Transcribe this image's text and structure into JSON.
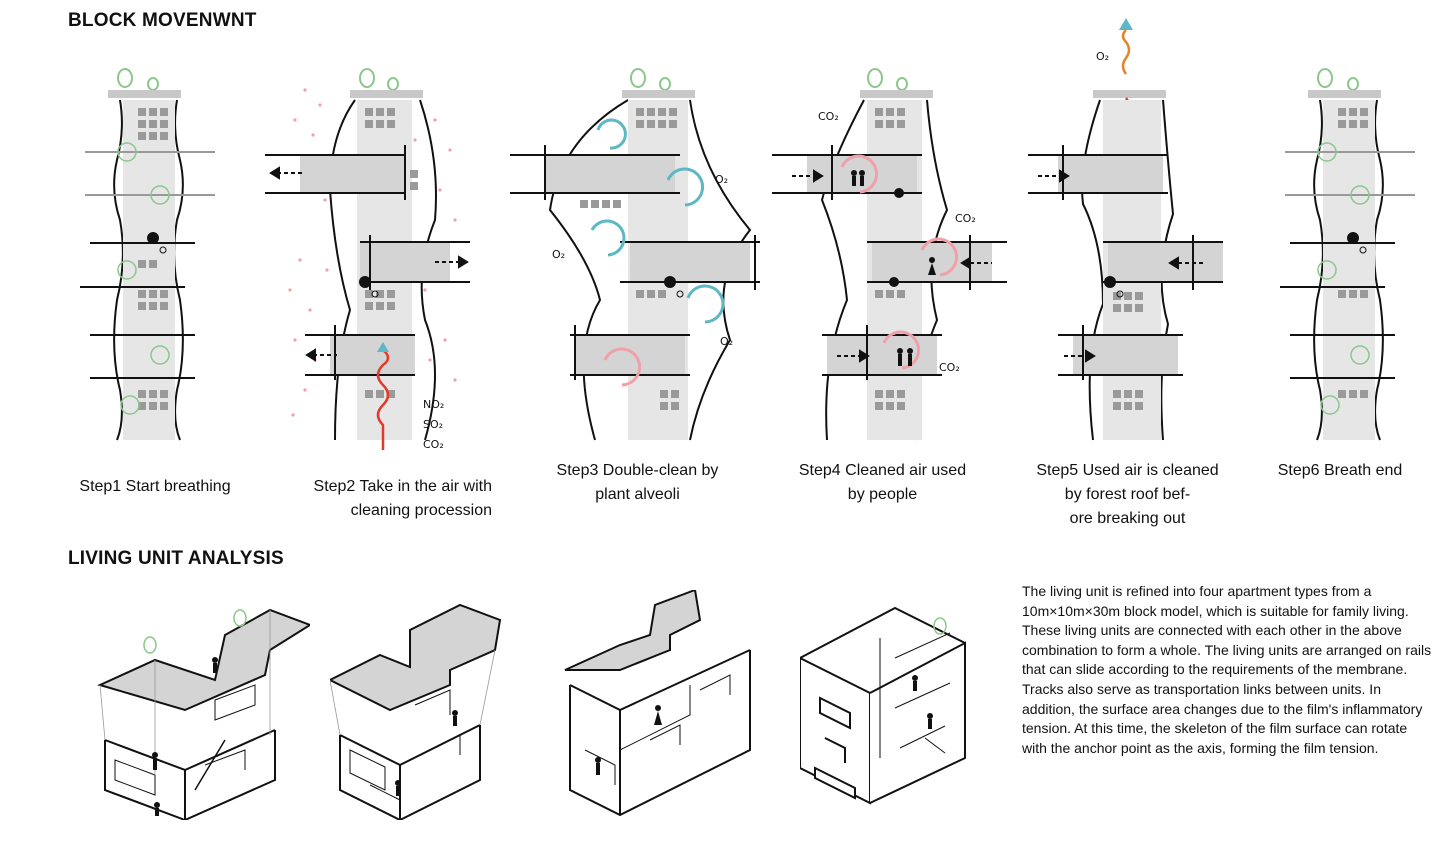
{
  "titles": {
    "block_movement": "BLOCK MOVENWNT",
    "living_unit": "LIVING UNIT ANALYSIS"
  },
  "steps": [
    {
      "caption": "Step1 Start breathing"
    },
    {
      "caption": "Step2 Take in the air with\ncleaning procession",
      "gases": [
        "NO₂",
        "SO₂",
        "CO₂"
      ]
    },
    {
      "caption": "Step3 Double-clean by\nplant alveoli",
      "gases": [
        "O₂",
        "O₂",
        "O₂"
      ]
    },
    {
      "caption": "Step4 Cleaned air used\nby people",
      "gases": [
        "CO₂",
        "CO₂",
        "CO₂"
      ]
    },
    {
      "caption": "Step5 Used air is cleaned\nby forest roof bef-\nore breaking out",
      "gases": [
        "O₂"
      ]
    },
    {
      "caption": "Step6 Breath end"
    }
  ],
  "living_unit_text": "The living unit is refined into four apartment types from a 10m×10m×30m block model, which is suitable for family living. These living units are connected with each other in the above combination to form a whole. The living units are arranged on rails that can slide according to the requirements of the membrane. Tracks also serve as transportation links between units. In addition, the surface area changes due to the film's inflammatory tension. At this time, the skeleton of the film surface can rotate with the anchor point as the axis, forming the film tension.",
  "colors": {
    "ink": "#111111",
    "block_grey": "#d4d4d4",
    "window_grey": "#9a9a9a",
    "plant_green": "#8cc78c",
    "pollution_red": "#e23a2a",
    "oxygen_teal": "#5cb8c4",
    "pollution_dots": "#f0a0a8"
  }
}
